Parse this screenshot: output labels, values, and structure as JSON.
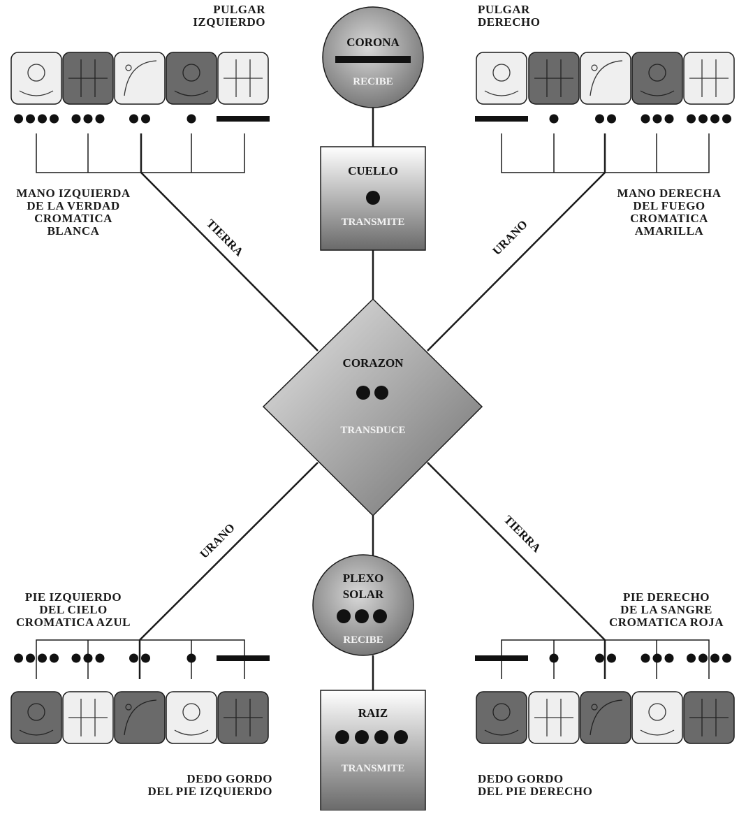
{
  "centers": {
    "corona": {
      "name": "CORONA",
      "action": "RECIBE"
    },
    "cuello": {
      "name": "CUELLO",
      "action": "TRANSMITE"
    },
    "corazon": {
      "name": "CORAZON",
      "action": "TRANSDUCE"
    },
    "plexo": {
      "name": "PLEXO SOLAR",
      "name_line1": "PLEXO",
      "name_line2": "SOLAR",
      "action": "RECIBE"
    },
    "raiz": {
      "name": "RAIZ",
      "action": "TRANSMITE"
    }
  },
  "channels": {
    "upper_left": "TIERRA",
    "upper_right": "URANO",
    "lower_left": "URANO",
    "lower_right": "TIERRA"
  },
  "limbs": {
    "upper_left": {
      "thumb_label": [
        "PULGAR",
        "IZQUIERDO"
      ],
      "title": [
        "MANO IZQUIERDA",
        "DE LA VERDAD",
        "CROMATICA",
        "BLANCA"
      ],
      "dot_counts": [
        4,
        3,
        2,
        1,
        5
      ]
    },
    "upper_right": {
      "thumb_label": [
        "PULGAR",
        "DERECHO"
      ],
      "title": [
        "MANO DERECHA",
        "DEL FUEGO",
        "CROMATICA",
        "AMARILLA"
      ],
      "dot_counts": [
        5,
        1,
        2,
        3,
        4
      ]
    },
    "lower_left": {
      "title": [
        "PIE IZQUIERDO",
        "DEL CIELO",
        "CROMATICA AZUL"
      ],
      "toe_label": [
        "DEDO GORDO",
        "DEL PIE IZQUIERDO"
      ],
      "dot_counts": [
        4,
        3,
        2,
        1,
        5
      ]
    },
    "lower_right": {
      "title": [
        "PIE DERECHO",
        "DE LA SANGRE",
        "CROMATICA ROJA"
      ],
      "toe_label": [
        "DEDO GORDO",
        "DEL PIE DERECHO"
      ],
      "dot_counts": [
        5,
        1,
        2,
        3,
        4
      ]
    }
  },
  "colors": {
    "line": "#1a1a1a",
    "shape_dark": "#6e6e6e",
    "shape_light": "#dcdcdc",
    "glyph_dark": "#6a6a6a",
    "glyph_light": "#efefef"
  }
}
